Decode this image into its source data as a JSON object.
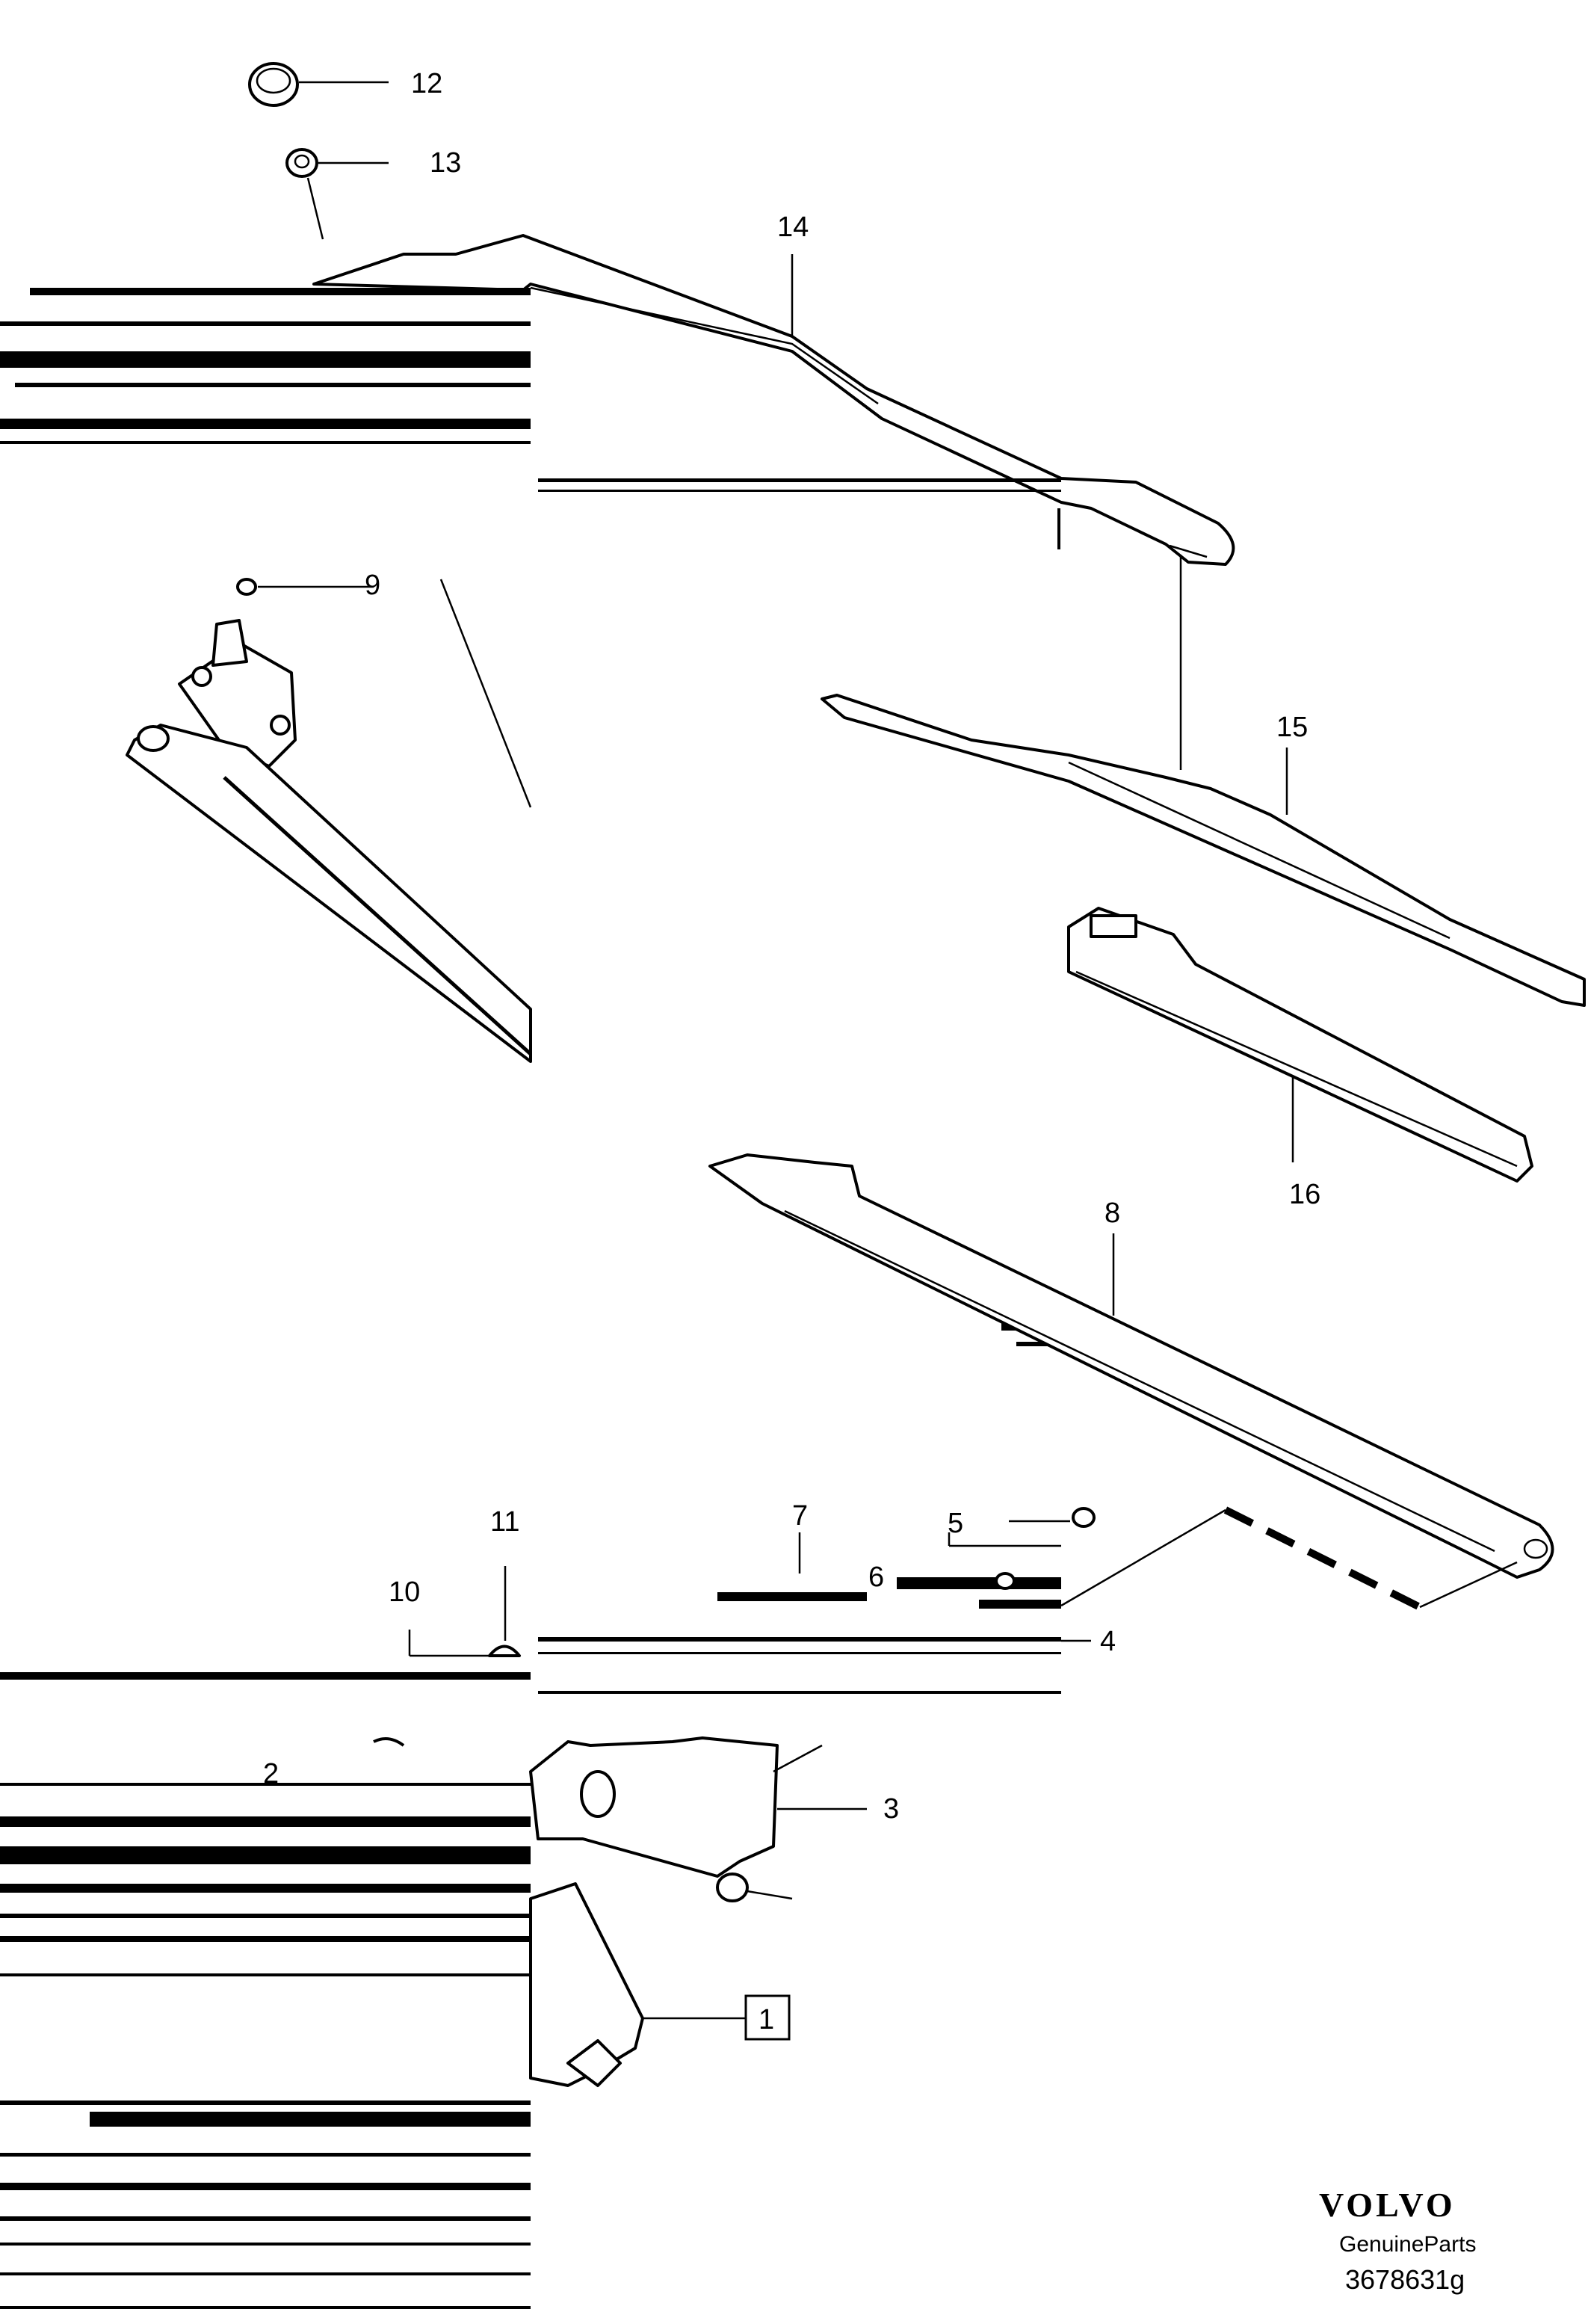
{
  "callouts": {
    "c1": "1",
    "c2": "2",
    "c3": "3",
    "c4": "4",
    "c5": "5",
    "c6": "6",
    "c7": "7",
    "c8": "8",
    "c9": "9",
    "c10": "10",
    "c11": "11",
    "c12": "12",
    "c13": "13",
    "c14": "14",
    "c15": "15",
    "c16": "16"
  },
  "brand": {
    "logo": "VOLVO",
    "subtitle": "GenuineParts",
    "code": "3678631g"
  }
}
